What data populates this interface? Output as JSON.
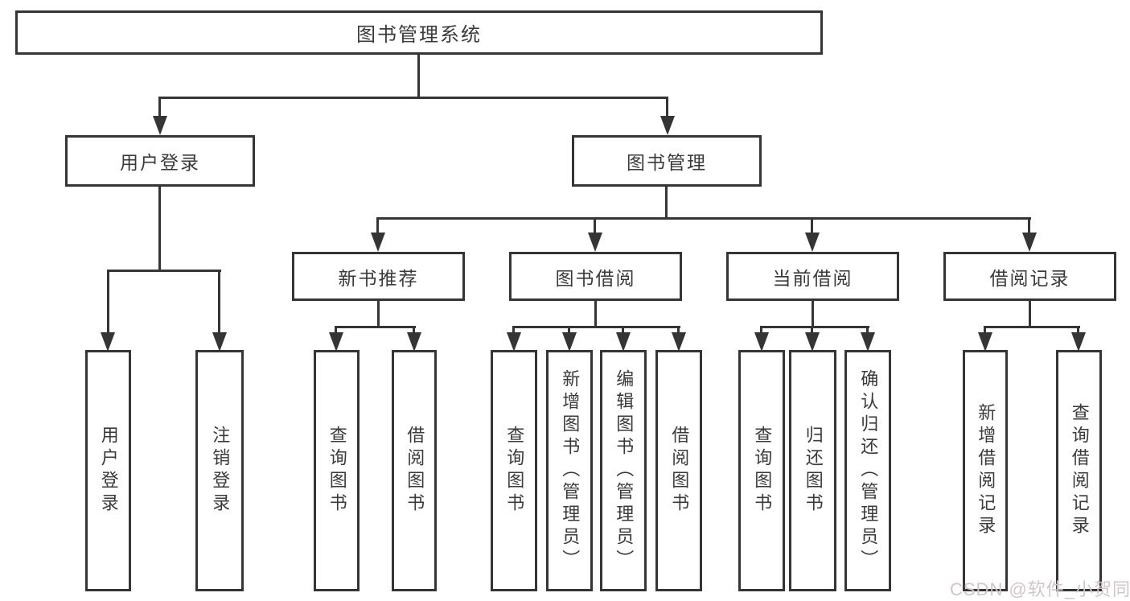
{
  "diagram": {
    "title": "图书管理系统",
    "branches": [
      {
        "label": "用户登录",
        "children": [
          {
            "label": "用户登录"
          },
          {
            "label": "注销登录"
          }
        ]
      },
      {
        "label": "图书管理",
        "children": [
          {
            "label": "新书推荐",
            "children": [
              {
                "label": "查询图书"
              },
              {
                "label": "借阅图书"
              }
            ]
          },
          {
            "label": "图书借阅",
            "children": [
              {
                "label": "查询图书"
              },
              {
                "label": "新增图书（管理员）"
              },
              {
                "label": "编辑图书（管理员）"
              },
              {
                "label": "借阅图书"
              }
            ]
          },
          {
            "label": "当前借阅",
            "children": [
              {
                "label": "查询图书"
              },
              {
                "label": "归还图书"
              },
              {
                "label": "确认归还（管理员）"
              }
            ]
          },
          {
            "label": "借阅记录",
            "children": [
              {
                "label": "新增借阅记录"
              },
              {
                "label": "查询借阅记录"
              }
            ]
          }
        ]
      }
    ]
  },
  "watermark": {
    "text": "CSDN @软件_小贺同学"
  },
  "colors": {
    "line": "#353535",
    "text": "#3a3a3a",
    "background": "#ffffff",
    "watermark": "#d2c4c8"
  }
}
